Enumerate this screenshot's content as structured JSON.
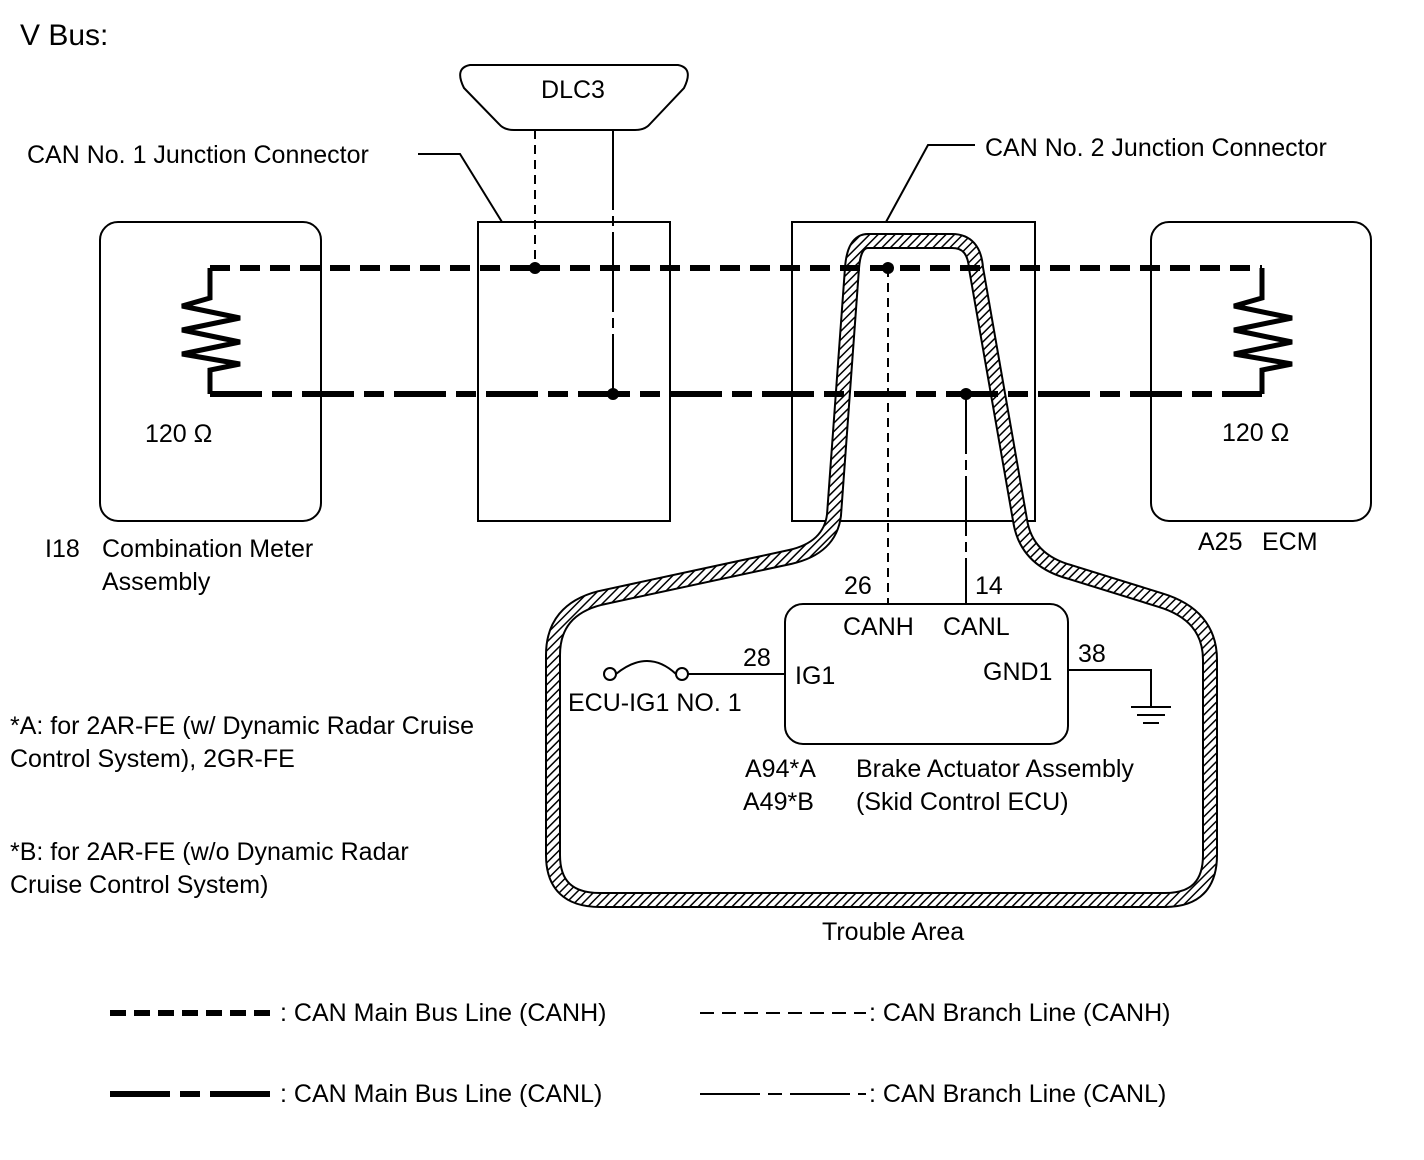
{
  "title": "V Bus:",
  "dlc3": "DLC3",
  "junction1_label": "CAN No. 1 Junction Connector",
  "junction2_label": "CAN No. 2 Junction Connector",
  "combination_meter": {
    "resistor": "120 Ω",
    "code": "I18",
    "name_line1": "Combination Meter",
    "name_line2": "Assembly"
  },
  "ecm": {
    "resistor": "120 Ω",
    "code": "A25",
    "name": "ECM"
  },
  "brake_actuator": {
    "pin_canh_num": "26",
    "pin_canl_num": "14",
    "pin_canh": "CANH",
    "pin_canl": "CANL",
    "pin_ig1_num": "28",
    "pin_ig1": "IG1",
    "pin_gnd1_num": "38",
    "pin_gnd1": "GND1",
    "code_a": "A94*A",
    "code_b": "A49*B",
    "name_line1": "Brake Actuator Assembly",
    "name_line2": "(Skid Control ECU)"
  },
  "fuse_label": "ECU-IG1 NO. 1",
  "trouble_area": "Trouble Area",
  "notes": {
    "a_line1": "*A: for 2AR-FE (w/ Dynamic Radar Cruise",
    "a_line2": "Control System), 2GR-FE",
    "b_line1": "*B: for 2AR-FE (w/o Dynamic Radar",
    "b_line2": "Cruise Control System)"
  },
  "legend": {
    "main_canh": ": CAN Main Bus Line (CANH)",
    "branch_canh": ": CAN Branch Line (CANH)",
    "main_canl": ": CAN Main Bus Line (CANL)",
    "branch_canl": ": CAN Branch Line (CANL)"
  }
}
